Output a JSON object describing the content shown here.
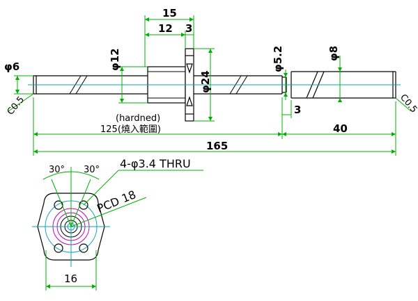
{
  "colors": {
    "outline": "#000000",
    "dimension": "#00b000",
    "centerline": "#00a8a8",
    "pcd_circle": "#1fa0c0",
    "ring": "#c000c0"
  },
  "side_view": {
    "length_15": "15",
    "length_12": "12",
    "length_3_flange": "3",
    "dia_12": "φ12",
    "dia_24": "φ24",
    "dia_6": "φ6",
    "dia_5_2": "φ5.2",
    "dia_8": "φ8",
    "chamfer_left": "C0.5",
    "chamfer_right": "C0.5",
    "length_3_end": "3",
    "hardened_note": "(hardned)",
    "hardened_range": "125(燒入範圍)",
    "length_40": "40",
    "length_165": "165"
  },
  "front_view": {
    "angle_left": "30°",
    "angle_right": "30°",
    "holes_note": "4-φ3.4 THRU",
    "pcd": "PCD 18",
    "width_16": "16"
  }
}
